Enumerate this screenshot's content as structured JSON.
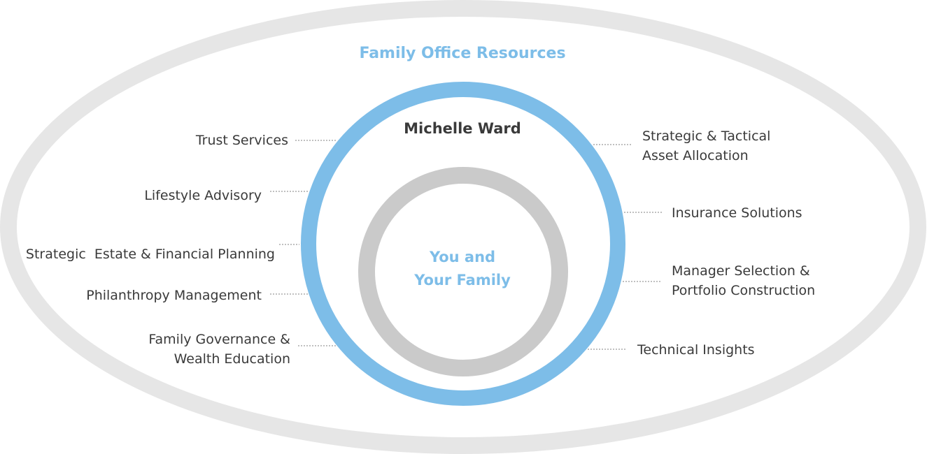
{
  "colors": {
    "outer_ring": "#e6e6e6",
    "advisor_ring": "#7dbde8",
    "family_ring": "#cacaca",
    "accent_text": "#7dbde8",
    "body_text": "#3a3a3a"
  },
  "outer": {
    "title": "Family Office Resources"
  },
  "advisor": {
    "name": "Michelle Ward"
  },
  "center": {
    "line1": "You and",
    "line2": "Your Family"
  },
  "services_left": {
    "trust": "Trust Services",
    "lifestyle": "Lifestyle Advisory",
    "estate": "Strategic  Estate & Financial Planning",
    "philanthropy": "Philanthropy Management",
    "governance_1": "Family Governance &",
    "governance_2": "Wealth Education"
  },
  "services_right": {
    "allocation_1": "Strategic & Tactical",
    "allocation_2": "Asset Allocation",
    "insurance": "Insurance Solutions",
    "manager_1": "Manager Selection &",
    "manager_2": "Portfolio Construction",
    "technical": "Technical Insights"
  }
}
